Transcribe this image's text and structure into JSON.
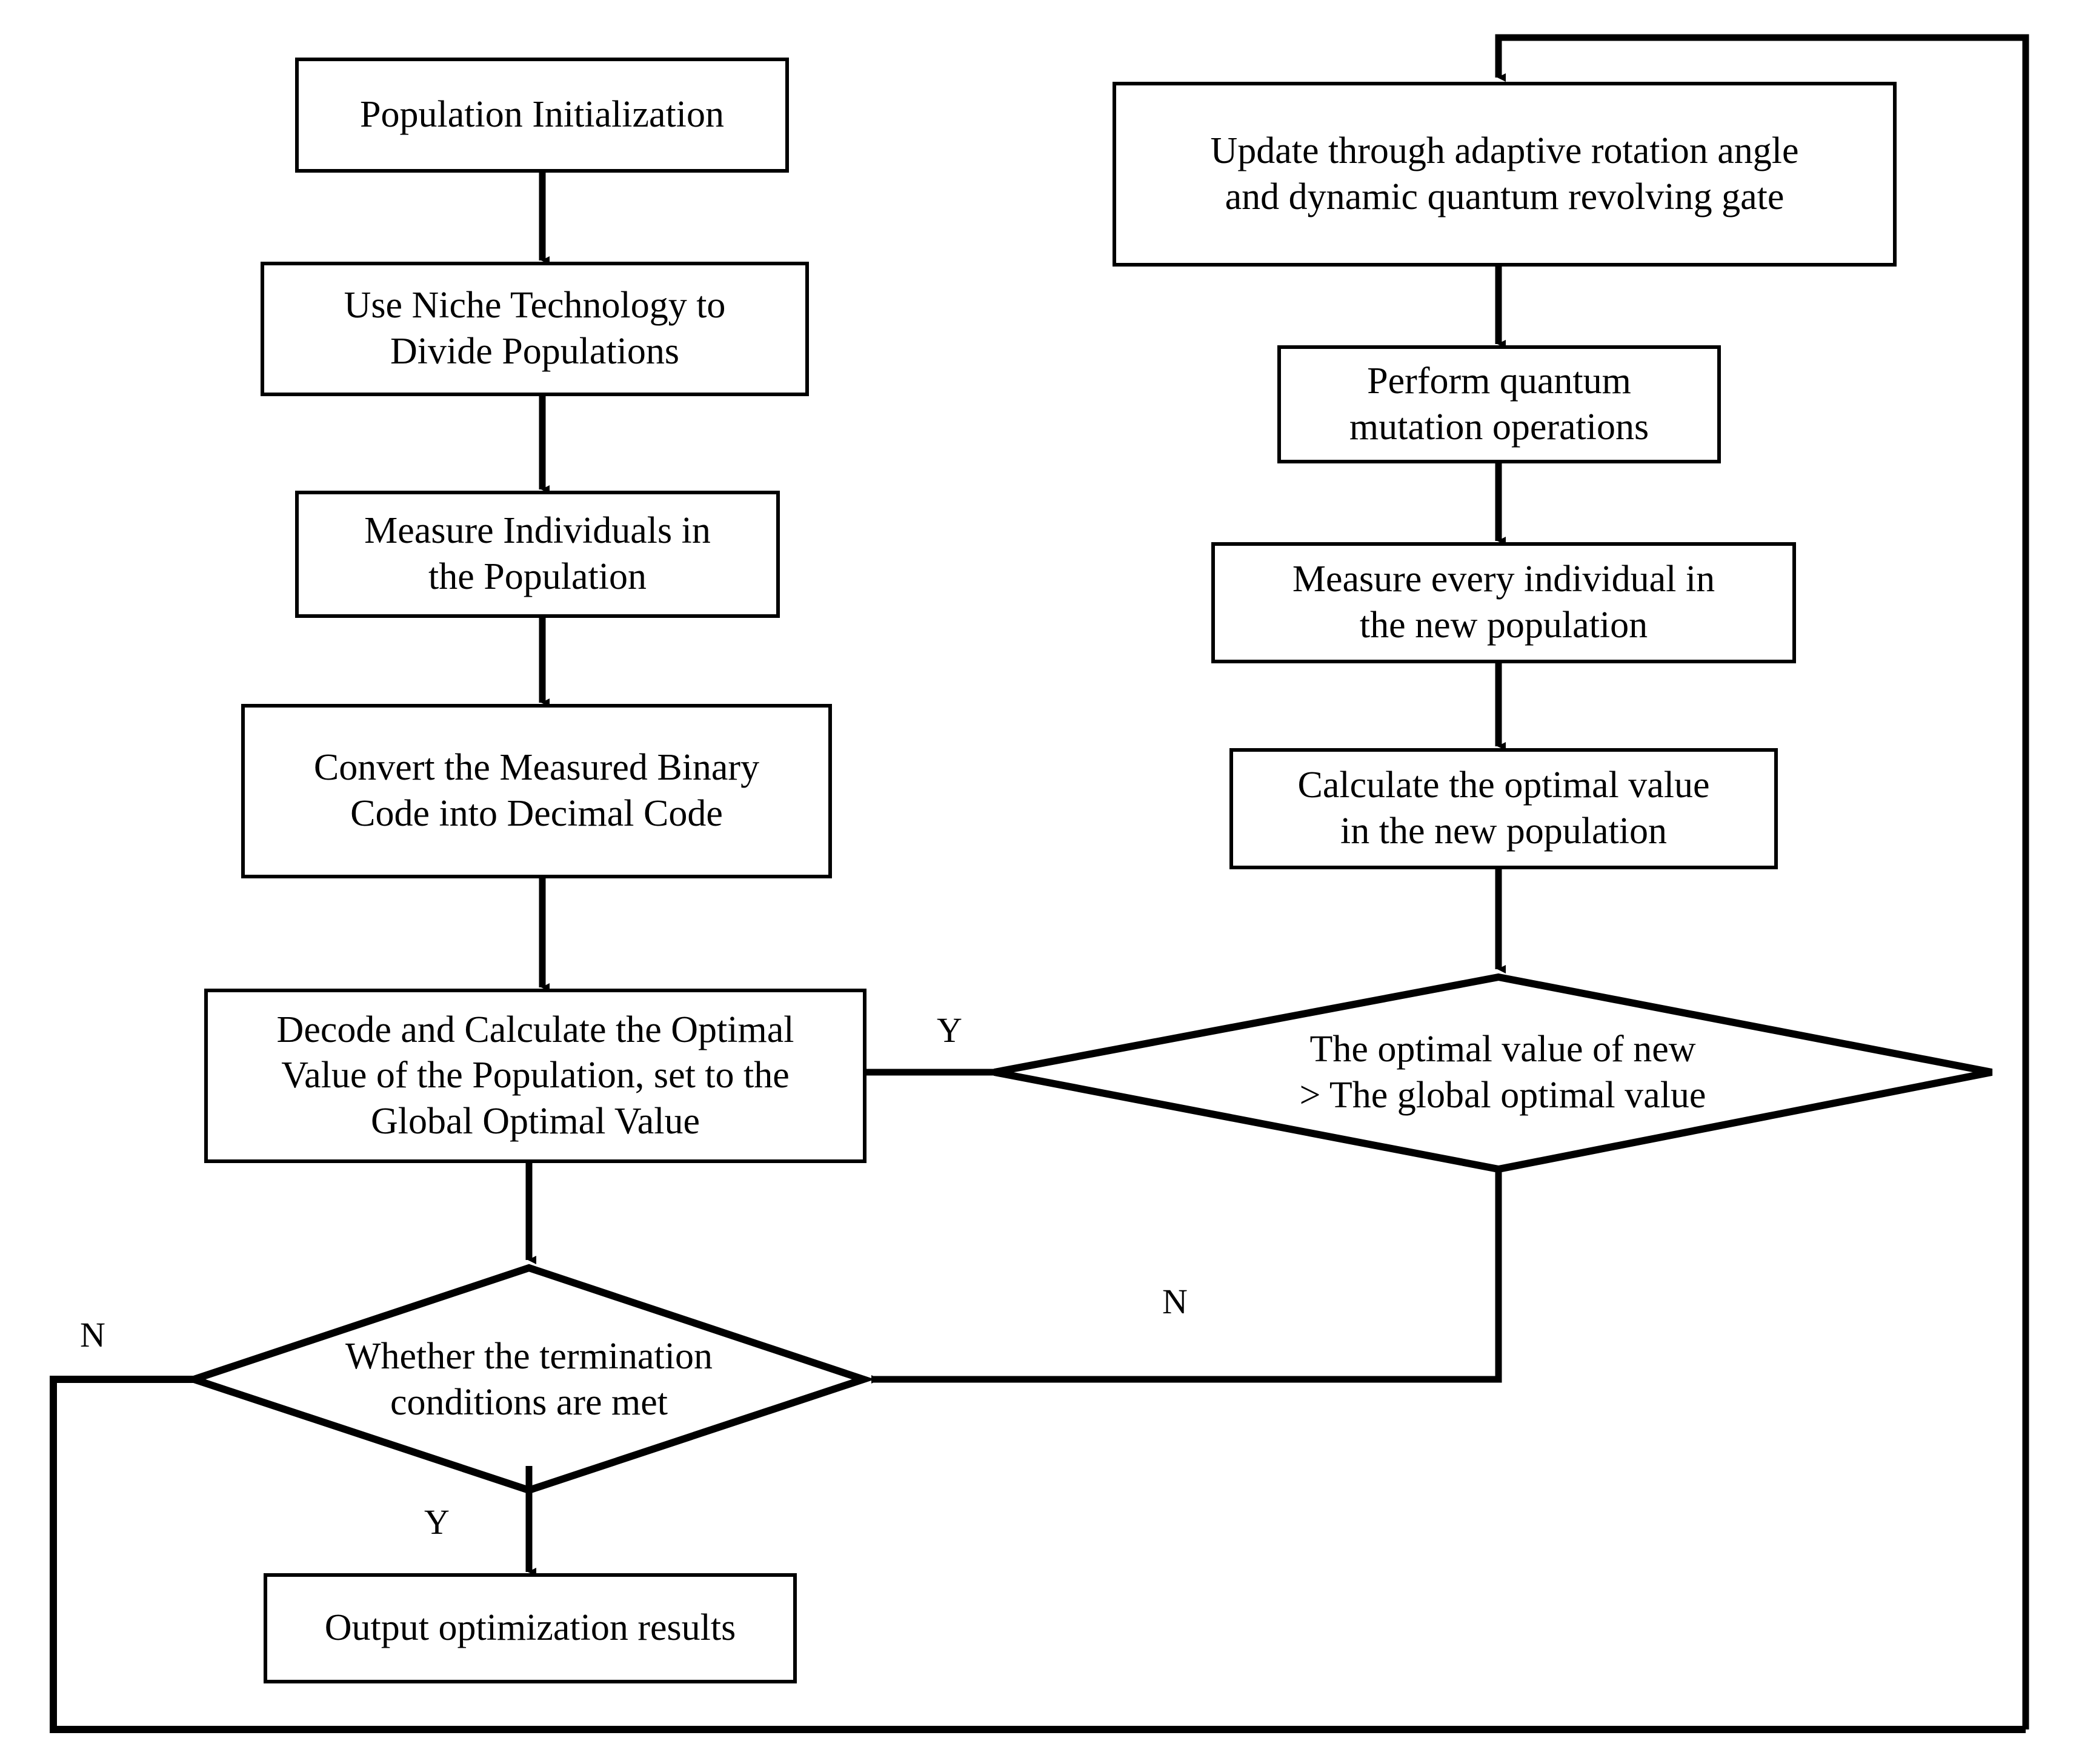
{
  "diagram": {
    "title": "Niche quantum genetic algorithm flowchart",
    "stroke_color": "#000000",
    "background_color": "#ffffff",
    "nodes": [
      {
        "id": "population-initialization",
        "shape": "process",
        "text": "Population Initialization"
      },
      {
        "id": "use-niche-technology",
        "shape": "process",
        "text": "Use Niche Technology to\nDivide Populations"
      },
      {
        "id": "measure-individuals",
        "shape": "process",
        "text": "Measure Individuals in\nthe Population"
      },
      {
        "id": "convert-binary-to-decimal",
        "shape": "process",
        "text": "Convert the Measured Binary\nCode into Decimal Code"
      },
      {
        "id": "decode-and-calculate",
        "shape": "process",
        "text": "Decode and Calculate the Optimal\nValue of the Population, set to the\nGlobal Optimal Value"
      },
      {
        "id": "termination-decision",
        "shape": "decision",
        "text": "Whether the termination\nconditions are met"
      },
      {
        "id": "output-results",
        "shape": "process",
        "text": "Output optimization results"
      },
      {
        "id": "update-rotation-gate",
        "shape": "process",
        "text": "Update through adaptive rotation angle\nand dynamic quantum revolving gate"
      },
      {
        "id": "quantum-mutation",
        "shape": "process",
        "text": "Perform quantum\nmutation operations"
      },
      {
        "id": "measure-new-population",
        "shape": "process",
        "text": "Measure every individual in\nthe new population"
      },
      {
        "id": "calculate-new-optimal",
        "shape": "process",
        "text": "Calculate the optimal value\nin the new population"
      },
      {
        "id": "compare-optimal-decision",
        "shape": "decision",
        "text": "The optimal value of  new\n> The global optimal value"
      }
    ],
    "node_text": {
      "population_initialization": "Population Initialization",
      "use_niche_line1": "Use Niche Technology to",
      "use_niche_line2": "Divide Populations",
      "measure_individuals_line1": "Measure Individuals in",
      "measure_individuals_line2": "the Population",
      "convert_binary_line1": "Convert the Measured Binary",
      "convert_binary_line2": "Code into Decimal Code",
      "decode_line1": "Decode and Calculate the Optimal",
      "decode_line2": "Value of the Population, set to the",
      "decode_line3": "Global Optimal Value",
      "termination_line1": "Whether the termination",
      "termination_line2": "conditions are met",
      "output_results": "Output optimization results",
      "update_line1": "Update through adaptive rotation angle",
      "update_line2": "and dynamic quantum revolving gate",
      "mutation_line1": "Perform quantum",
      "mutation_line2": "mutation operations",
      "measure_new_line1": "Measure every individual in",
      "measure_new_line2": "the new population",
      "calculate_new_line1": "Calculate the optimal value",
      "calculate_new_line2": "in the new population",
      "compare_line1": "The optimal value of  new",
      "compare_line2": "> The global optimal value"
    },
    "edge_labels": {
      "compare_yes": "Y",
      "compare_no": "N",
      "termination_no": "N",
      "termination_yes": "Y"
    }
  }
}
